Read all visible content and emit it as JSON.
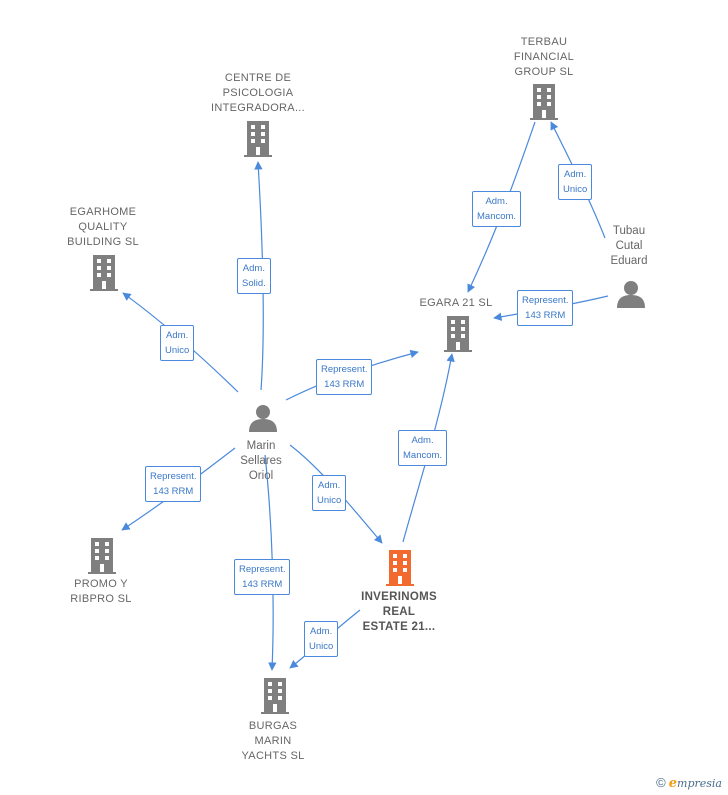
{
  "nodes": {
    "centre_psicologia": {
      "lines": [
        "CENTRE DE",
        "PSICOLOGIA",
        "INTEGRADORA..."
      ]
    },
    "terbau": {
      "lines": [
        "TERBAU",
        "FINANCIAL",
        "GROUP  SL"
      ]
    },
    "egarhome": {
      "lines": [
        "EGARHOME",
        "QUALITY",
        "BUILDING  SL"
      ]
    },
    "egara21": {
      "lines": [
        "EGARA 21  SL"
      ]
    },
    "tubau": {
      "lines": [
        "Tubau",
        "Cutal",
        "Eduard"
      ]
    },
    "marin": {
      "lines": [
        "Marin",
        "Sellares",
        "Oriol"
      ]
    },
    "promo": {
      "lines": [
        "PROMO Y",
        "RIBPRO  SL"
      ]
    },
    "inverinoms": {
      "lines": [
        "INVERINOMS",
        "REAL",
        "ESTATE 21..."
      ]
    },
    "burgas": {
      "lines": [
        "BURGAS",
        "MARIN",
        "YACHTS  SL"
      ]
    }
  },
  "edges": {
    "marin_centre": {
      "lines": [
        "Adm.",
        "Solid."
      ]
    },
    "marin_egarhome": {
      "lines": [
        "Adm.",
        "Unico"
      ]
    },
    "marin_egara": {
      "lines": [
        "Represent.",
        "143 RRM"
      ]
    },
    "marin_promo": {
      "lines": [
        "Represent.",
        "143 RRM"
      ]
    },
    "marin_inverinoms": {
      "lines": [
        "Adm.",
        "Unico"
      ]
    },
    "marin_burgas": {
      "lines": [
        "Represent.",
        "143 RRM"
      ]
    },
    "terbau_egara": {
      "lines": [
        "Adm.",
        "Mancom."
      ]
    },
    "tubau_terbau": {
      "lines": [
        "Adm.",
        "Unico"
      ]
    },
    "tubau_egara": {
      "lines": [
        "Represent.",
        "143 RRM"
      ]
    },
    "inverinoms_egara": {
      "lines": [
        "Adm.",
        "Mancom."
      ]
    },
    "inverinoms_burgas": {
      "lines": [
        "Adm.",
        "Unico"
      ]
    }
  },
  "colors": {
    "edge": "#4a89dc",
    "company": "#7f7f7f",
    "focus_company": "#f26a2e",
    "person": "#7f7f7f"
  },
  "footer": {
    "copyright": "©",
    "brand_initial": "e",
    "brand_rest": "mpresia"
  }
}
